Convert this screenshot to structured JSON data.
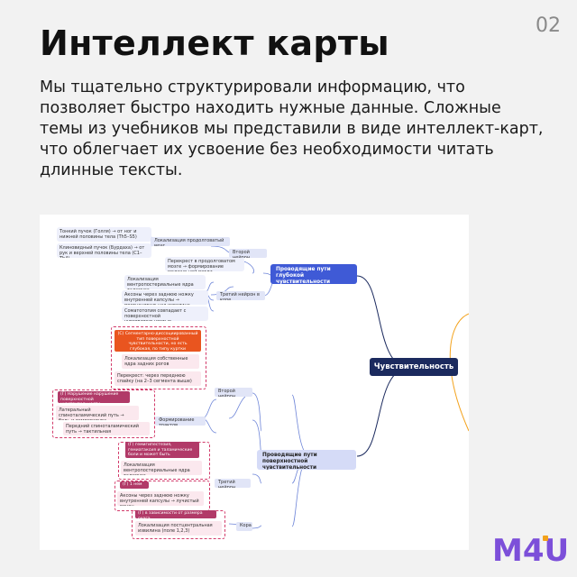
{
  "page": {
    "number": "02",
    "title": "Интеллект карты",
    "description": "Мы тщательно структурировали информацию, что позволяет быстро находить нужные данные. Сложные темы из учебников мы представили в виде интеллект-карт, что облегчает их усвоение без необходимости читать длинные тексты."
  },
  "mindmap": {
    "root": "Чувствительность",
    "deep": {
      "label": "Проводящие пути глубокой чувствительности",
      "second_neuron": "Второй нейрон",
      "third_neuron": "Третий нейрон в коре",
      "loc_medulla": "Локализация продолговатый мозг",
      "leaf_goll": "Тонкий пучок (Голля) → от ног и нижней половины тела (Th5–S5)",
      "leaf_burdach": "Клиновидный пучок (Бурдаха) → от рук и верхней половины тела (C1–Th4)",
      "leaf_cross": "Перекрест в продолговатом мозге → формирование медиальной петли",
      "leaf_thal": "Локализация вентропостериальные ядра таламуса",
      "leaf_axons": "Аксоны через заднюю ножку внутренней капсулы → постцентральная извилина",
      "leaf_somato": "Соматотопия совпадает с поверхностной чувствительностью"
    },
    "surface": {
      "label": "Проводящие пути поверхностной чувствительности",
      "second_neuron": "Второй нейрон",
      "third_neuron": "Третий нейрон",
      "cortex": "Кора",
      "tract_form": "Формирование трактов",
      "orange_note": "(C) Сегментарно-диссоциированный тип поверхностной чувствительности, но есть глубокая, по типу куртки полукуртки",
      "leaf_posthorn": "Локализация собственные ядра задних рогов",
      "leaf_cross2": "Перекрест: через переднюю спайку (на 2–3 сегмента выше)",
      "mag_lesion": "(Г) Нарушение нарушение поверхностной чувствительности",
      "leaf_lat": "Латеральный спиноталамический путь → боль и температура",
      "leaf_ant": "Передний спиноталамический путь → тактильная чувствительность",
      "mag_hemi": "(Г) гемигипестезия, гемиатаксия и таламические боли и может быть таламическая рука",
      "leaf_thal2": "Локализация вентропостериальные ядра таламуса",
      "mag_half": "(Г) 1 нем",
      "leaf_axons2": "Аксоны через заднюю ножку внутренней капсулы → лучистый венец",
      "mag_size": "(Г) в зависимости от размера очага",
      "leaf_postc": "Локализация постцентральная извилина (поле 1,2,3)"
    }
  },
  "brand": {
    "logo_text": "M4U",
    "colors": {
      "logo_main": "#7c4fd9",
      "logo_accent": "#f3a21c"
    }
  }
}
